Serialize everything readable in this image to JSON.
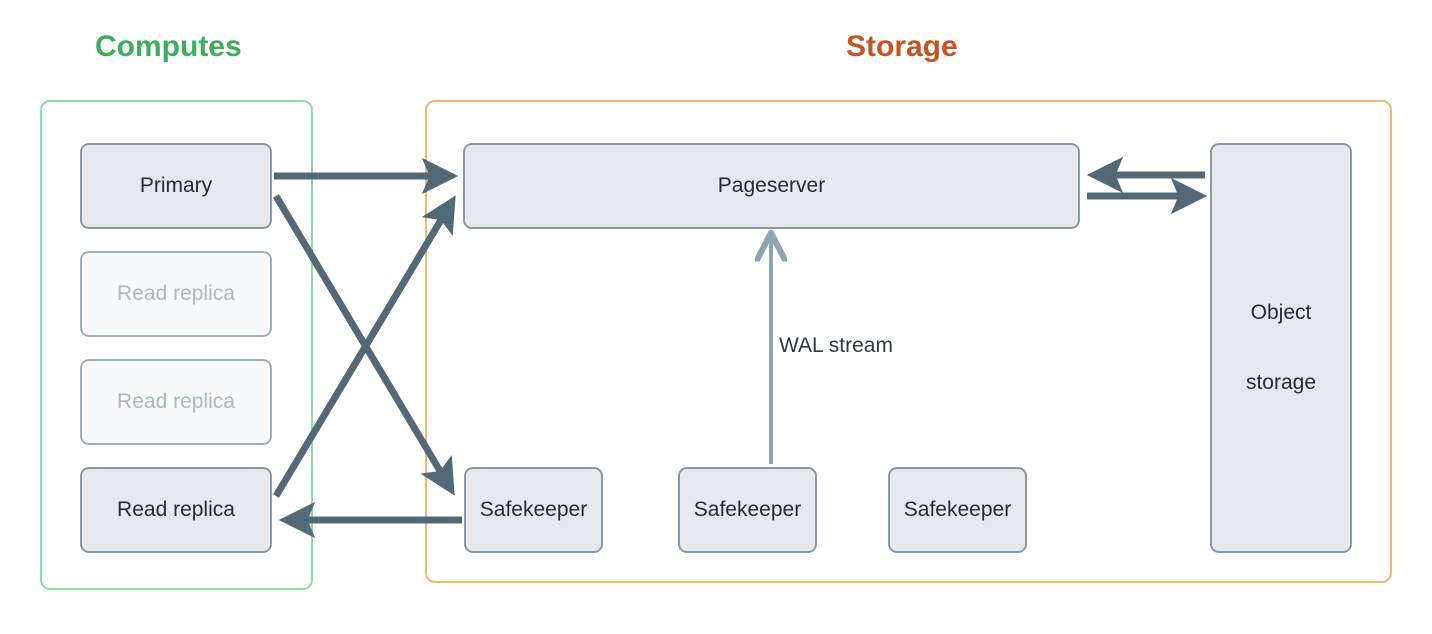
{
  "diagram": {
    "title_computes": "Computes",
    "title_storage": "Storage",
    "colors": {
      "computes_accent": "#3DAE5E",
      "storage_accent": "#C65320",
      "computes_border": "#8BE0A4",
      "storage_border": "#F2B872",
      "node_fill": "#E5E9ED",
      "node_border": "#8799A8",
      "node_text": "#242D35",
      "dim_fill": "#F7F9FA",
      "dim_text": "#A9B8C4",
      "arrow_thick": "#536977",
      "arrow_thin": "#8EA3B4"
    },
    "computes": {
      "nodes": [
        {
          "label": "Primary",
          "state": "active"
        },
        {
          "label": "Read replica",
          "state": "dimmed"
        },
        {
          "label": "Read replica",
          "state": "dimmed"
        },
        {
          "label": "Read replica",
          "state": "active"
        }
      ]
    },
    "storage": {
      "pageserver": {
        "label": "Pageserver"
      },
      "safekeepers": [
        {
          "label": "Safekeeper"
        },
        {
          "label": "Safekeeper"
        },
        {
          "label": "Safekeeper"
        }
      ],
      "object_storage": {
        "line1": "Object",
        "line2": "storage"
      }
    },
    "labels": {
      "wal_stream": "WAL stream"
    },
    "connections": [
      {
        "name": "primary-to-pageserver",
        "from": "Primary",
        "to": "Pageserver",
        "direction": "right"
      },
      {
        "name": "primary-to-safekeeper",
        "from": "Primary",
        "to": "Safekeeper",
        "direction": "down-right"
      },
      {
        "name": "read-replica-to-pageserver",
        "from": "Read replica",
        "to": "Pageserver",
        "direction": "up-right"
      },
      {
        "name": "safekeeper-to-read-replica",
        "from": "Safekeeper",
        "to": "Read replica",
        "direction": "left"
      },
      {
        "name": "safekeeper-to-pageserver",
        "from": "Safekeeper",
        "to": "Pageserver",
        "direction": "up",
        "label": "WAL stream"
      },
      {
        "name": "object-storage-to-pageserver",
        "from": "Object storage",
        "to": "Pageserver",
        "direction": "left"
      },
      {
        "name": "pageserver-to-object-storage",
        "from": "Pageserver",
        "to": "Object storage",
        "direction": "right"
      }
    ]
  }
}
